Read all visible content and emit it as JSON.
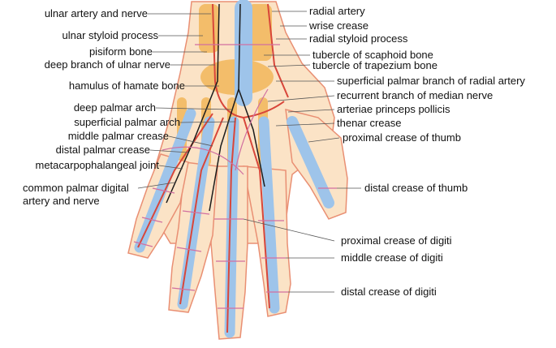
{
  "colors": {
    "skin": "#fbe3c6",
    "bone": "#f2b75a",
    "vein": "#9ec4ea",
    "artery": "#d8463a",
    "nerve": "#1b1b1b",
    "leader": "#555555"
  },
  "labels_left": [
    "ulnar artery and nerve",
    "ulnar styloid process",
    "pisiform bone",
    "deep branch of ulnar nerve",
    "hamulus of hamate bone",
    "deep palmar arch",
    "superficial palmar arch",
    "middle palmar crease",
    "distal palmar crease",
    "metacarpophalangeal joint",
    "common palmar digital",
    "artery and nerve"
  ],
  "labels_right": [
    "radial artery",
    "wrise crease",
    "radial styloid process",
    "tubercle of scaphoid bone",
    "tubercle of trapezium bone",
    "superficial palmar branch of radial artery",
    "recurrent branch of median nerve",
    "arteriae princeps pollicis",
    "thenar crease",
    "proximal crease of thumb",
    "distal crease of thumb",
    "proximal crease of digiti",
    "middle crease of digiti",
    "distal crease of digiti"
  ]
}
